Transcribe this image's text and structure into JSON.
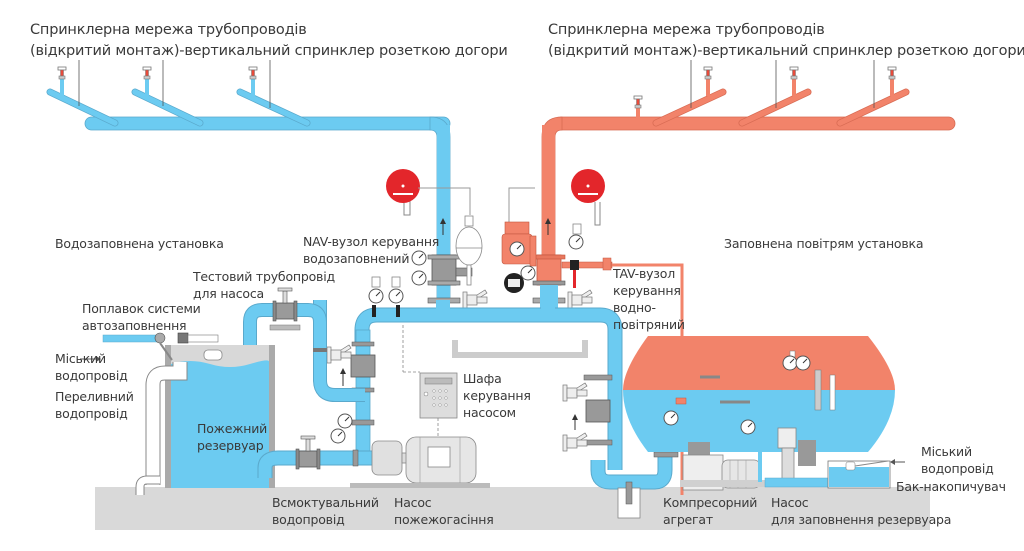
{
  "colors": {
    "water": "#6ccbf1",
    "water_dark": "#5bb7dc",
    "air": "#f2836a",
    "air_dark": "#e06d54",
    "alarm": "#e3262b",
    "metal": "#9a9a9a",
    "metal_light": "#d4d4d4",
    "ground": "#d9d9d9",
    "outline": "#6a6a6a"
  },
  "labels": {
    "network_left": {
      "line1": "Спринклерна мережа трубопроводів",
      "line2": "(відкритий монтаж)-вертикальний спринклер розеткою догори"
    },
    "network_right": {
      "line1": "Спринклерна мережа трубопроводів",
      "line2": "(відкритий монтаж)-вертикальний спринклер розеткою догори"
    },
    "water_system": "Водозаповнена установка",
    "air_system": "Заповнена повітрям установка",
    "nav_valve": {
      "line1": "NAV-вузол керування",
      "line2": "водозаповнений"
    },
    "tav_valve": {
      "line1": "TAV-вузол",
      "line2": "керування",
      "line3": "водно-",
      "line4": "повітряний"
    },
    "test_pipe": {
      "line1": "Тестовий трубопровід",
      "line2": "для насоса"
    },
    "float": {
      "line1": "Поплавок системи",
      "line2": "автозаповнення"
    },
    "city_water_left": {
      "line1": "Міський",
      "line2": "водопровід"
    },
    "overflow": {
      "line1": "Переливний",
      "line2": "водопровід"
    },
    "reservoir": {
      "line1": "Пожежний",
      "line2": "резервуар"
    },
    "control_cabinet": {
      "line1": "Шафа",
      "line2": "керування",
      "line3": "насосом"
    },
    "suction_pipe": {
      "line1": "Всмоктувальний",
      "line2": "водопровід"
    },
    "fire_pump": {
      "line1": "Насос",
      "line2": "пожежогасіння"
    },
    "compressor": {
      "line1": "Компресорний",
      "line2": "агрегат"
    },
    "fill_pump": {
      "line1": "Насос",
      "line2": "для заповнення резервуара"
    },
    "city_water_right": {
      "line1": "Міський",
      "line2": "водопровід"
    },
    "storage_tank": "Бак-накопичувач"
  },
  "icons": {
    "alarm_bell_left": "alarm-bell-icon",
    "alarm_bell_right": "alarm-bell-icon",
    "sprinkler_head": "sprinkler-head-icon",
    "pressure_gauge": "pressure-gauge-icon",
    "flow_arrow": "arrow-up-icon"
  }
}
